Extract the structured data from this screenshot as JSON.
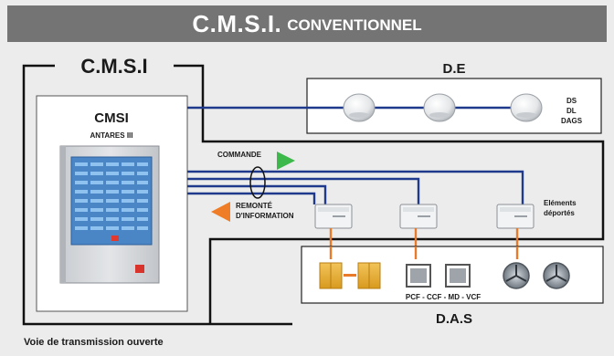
{
  "title": {
    "main": "C.M.S.I.",
    "sub": "CONVENTIONNEL"
  },
  "cmsi_frame_label": "C.M.S.I",
  "cmsi_panel": {
    "name": "CMSI",
    "model": "ANTARES III"
  },
  "de": {
    "label": "D.E",
    "detector_types": [
      "DS",
      "DL",
      "DAGS"
    ]
  },
  "signals": {
    "command": "COMMANDE",
    "feedback_line1": "REMONTÉ",
    "feedback_line2": "D'INFORMATION"
  },
  "remote_elements": {
    "line1": "Eléments",
    "line2": "déportés"
  },
  "das": {
    "label": "D.A.S",
    "equipment": "PCF - CCF - MD - VCF"
  },
  "footer": "Voie de transmission ouverte",
  "colors": {
    "title_bar": "#747474",
    "line_blue": "#1f3a8c",
    "line_orange": "#e87a2a",
    "arrow_green": "#3db84a",
    "arrow_orange": "#ef7d28",
    "panel_blue": "#3f7fc4"
  }
}
